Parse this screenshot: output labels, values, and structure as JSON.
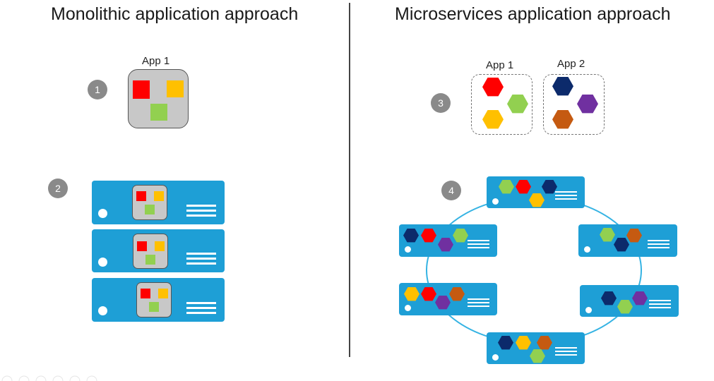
{
  "titles": {
    "left": "Monolithic application approach",
    "right": "Microservices application approach"
  },
  "badges": [
    "1",
    "2",
    "3",
    "4"
  ],
  "monolith": {
    "app_label": "App 1",
    "square_colors": [
      "#ff0000",
      "#ffc000",
      "#92d050"
    ]
  },
  "microservices": {
    "app1_label": "App 1",
    "app2_label": "App 2",
    "hex_colors": {
      "red": "#ff0000",
      "green": "#92d050",
      "yellow": "#ffc000",
      "navy": "#0c2a6b",
      "purple": "#7030a0",
      "orange": "#c55a11"
    }
  },
  "colors": {
    "server": "#1e9fd6",
    "ring": "#35b3e3",
    "box": "#c8c8c8",
    "badge": "#8a8a8a"
  }
}
